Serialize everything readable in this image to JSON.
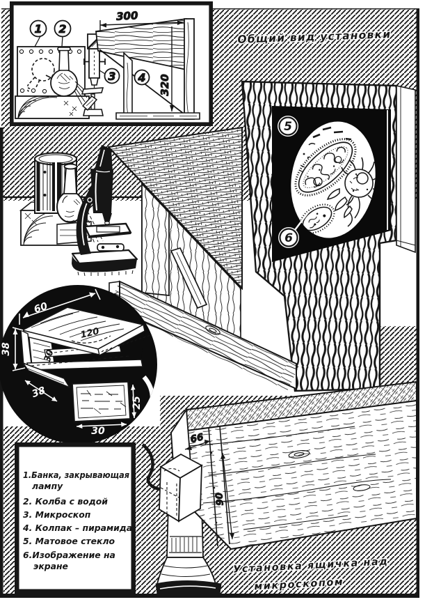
{
  "colors": {
    "ink": "#161616",
    "paper": "#ffffff",
    "screen_black": "#0a0a0a"
  },
  "top_caption": "Общий вид установки",
  "inset_schematic": {
    "dim_width": "300",
    "dim_height": "320",
    "callout_1": "1",
    "callout_2": "2",
    "callout_3": "3",
    "callout_4": "4"
  },
  "screen_image": {
    "callout_5": "5",
    "callout_6": "6"
  },
  "detail_circle": {
    "dim_length": "60",
    "dim_top": "120",
    "dim_side": "38",
    "dim_inner": "30",
    "dim_front": "38",
    "plate_height": "25",
    "plate_width": "30"
  },
  "bottom_box": {
    "dim_top": "66",
    "dim_side": "90"
  },
  "bottom_caption": {
    "line1": "Установка ящичка над",
    "line2": "микроскопом"
  },
  "legend": {
    "item1_num": "1.",
    "item1_line1": "Банка, закрывающая",
    "item1_line2": "лампу",
    "item2": "2. Колба с водой",
    "item3": "3. Микроскоп",
    "item4": "4. Колпак – пирамида",
    "item5": "5. Матовое стекло",
    "item6_line1": "6.Изображение на",
    "item6_line2": "экране"
  }
}
